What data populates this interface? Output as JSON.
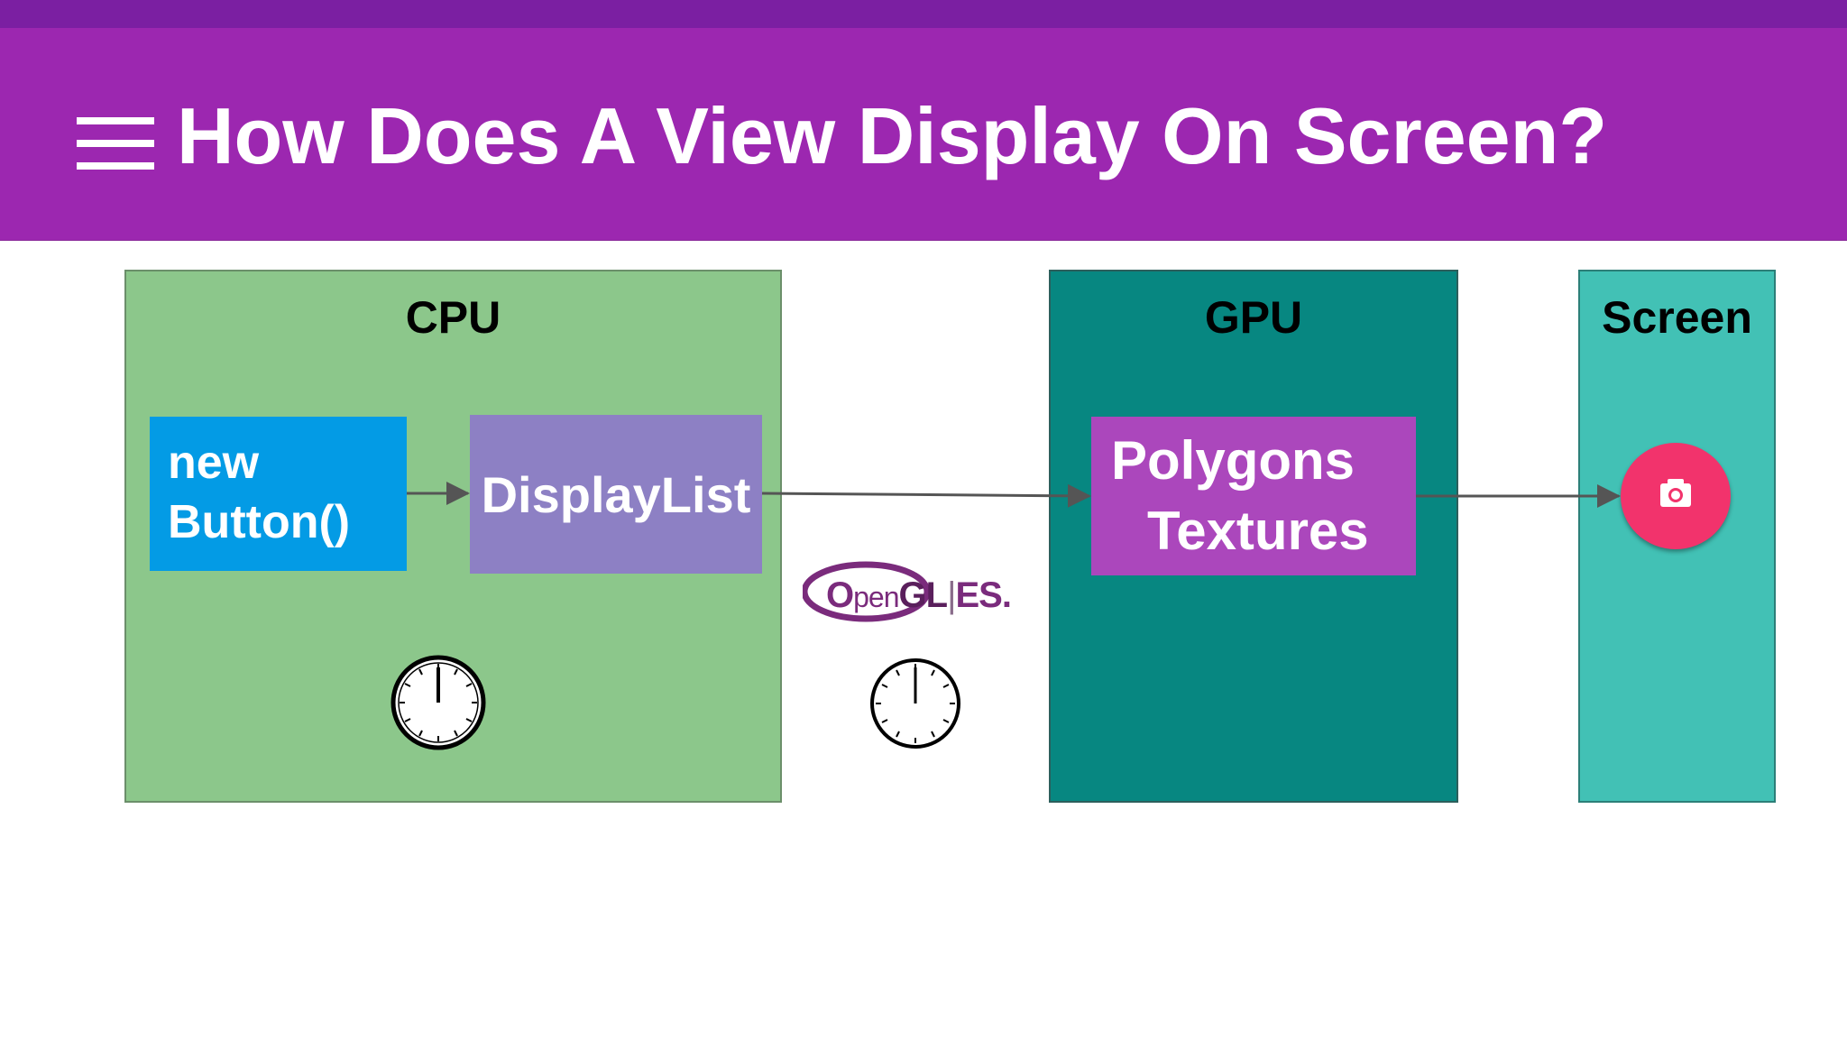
{
  "slide": {
    "title": "How Does A View Display On Screen?",
    "accent_color": "#9c27b0",
    "topbar_color": "#7b1fa2",
    "menu_icon": "menu-icon"
  },
  "diagram": {
    "cpu": {
      "title": "CPU",
      "color": "#8cc78b",
      "button_node": {
        "line1": "new",
        "line2": "Button()",
        "color": "#039be5"
      },
      "displaylist_node": {
        "label": "DisplayList",
        "color": "#8d80c4"
      },
      "timer_icon": "clock-icon"
    },
    "transfer": {
      "logo_text_o": "O",
      "logo_text_pen": "pen",
      "logo_text_gl": "GL",
      "logo_text_sep": "|",
      "logo_text_es": "ES",
      "logo_text_dot": ".",
      "timer_icon": "clock-icon"
    },
    "gpu": {
      "title": "GPU",
      "color": "#078781",
      "node": {
        "line1": "Polygons",
        "line2": "Textures",
        "color": "#ab47bc"
      }
    },
    "screen": {
      "title": "Screen",
      "color": "#42c1b5",
      "fab_icon": "camera-icon",
      "fab_color": "#f2336c"
    }
  }
}
